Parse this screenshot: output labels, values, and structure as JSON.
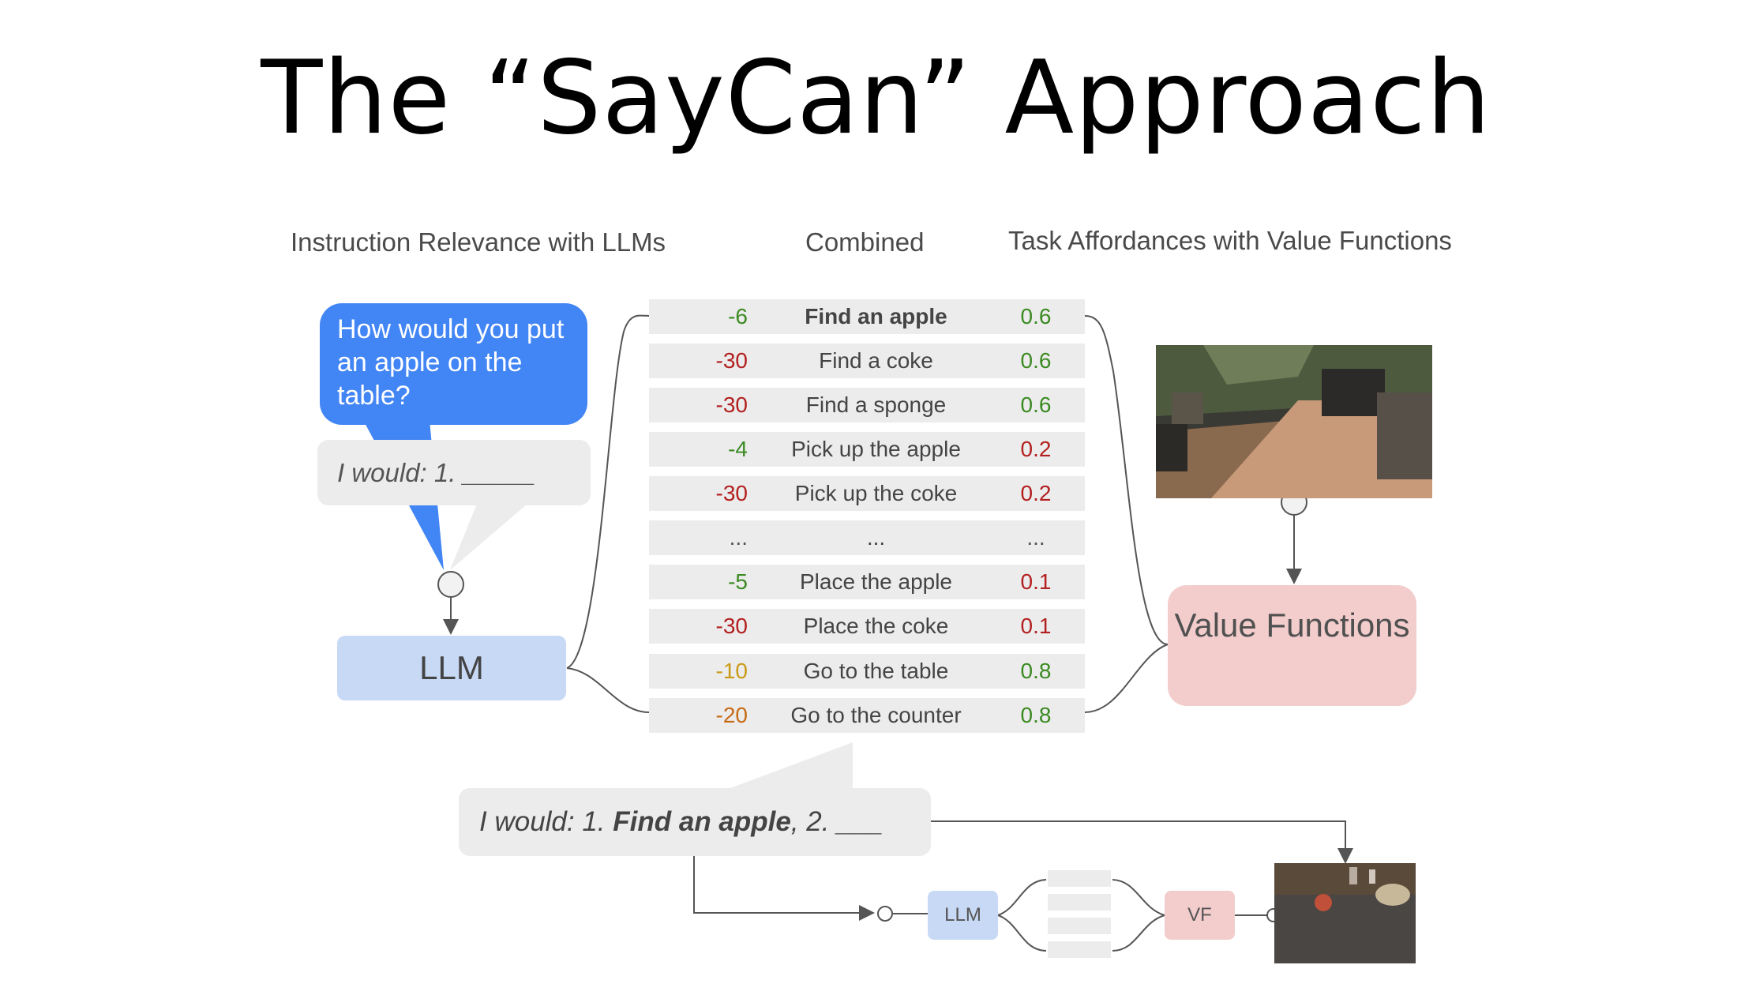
{
  "title": "The “SayCan” Approach",
  "headers": {
    "left": "Instruction Relevance with LLMs",
    "middle": "Combined",
    "right": "Task Affordances with Value Functions"
  },
  "question": "How would you put an apple on the table?",
  "prompt": "I would: 1. _____",
  "llm_label": "LLM",
  "value_functions_label": "Value Functions",
  "rows": [
    {
      "llm_score": "-6",
      "skill": "Find an apple",
      "vf_score": "0.6",
      "llm_color": "#3b8a22",
      "vf_color": "#3b8a22"
    },
    {
      "llm_score": "-30",
      "skill": "Find a coke",
      "vf_score": "0.6",
      "llm_color": "#b32020",
      "vf_color": "#3b8a22"
    },
    {
      "llm_score": "-30",
      "skill": "Find a sponge",
      "vf_score": "0.6",
      "llm_color": "#b32020",
      "vf_color": "#3b8a22"
    },
    {
      "llm_score": "-4",
      "skill": "Pick up the apple",
      "vf_score": "0.2",
      "llm_color": "#3b8a22",
      "vf_color": "#b32020"
    },
    {
      "llm_score": "-30",
      "skill": "Pick up the coke",
      "vf_score": "0.2",
      "llm_color": "#b32020",
      "vf_color": "#b32020"
    },
    {
      "llm_score": "...",
      "skill": "...",
      "vf_score": "...",
      "llm_color": "#555555",
      "vf_color": "#555555"
    },
    {
      "llm_score": "-5",
      "skill": "Place the apple",
      "vf_score": "0.1",
      "llm_color": "#3b8a22",
      "vf_color": "#b32020"
    },
    {
      "llm_score": "-30",
      "skill": "Place the coke",
      "vf_score": "0.1",
      "llm_color": "#b32020",
      "vf_color": "#b32020"
    },
    {
      "llm_score": "-10",
      "skill": "Go to the table",
      "vf_score": "0.8",
      "llm_color": "#c99a14",
      "vf_color": "#3b8a22"
    },
    {
      "llm_score": "-20",
      "skill": "Go to the counter",
      "vf_score": "0.8",
      "llm_color": "#c76a14",
      "vf_color": "#3b8a22"
    }
  ],
  "result": {
    "prefix": "I would: 1. ",
    "chosen": "Find an apple",
    "suffix": ", 2. ___"
  },
  "mini": {
    "llm_label": "LLM",
    "vf_label": "VF"
  },
  "colors": {
    "bubble": "#4285f4",
    "llm_box": "#c7d9f5",
    "vf_box": "#f3cccc",
    "row_bg": "#ececec"
  }
}
